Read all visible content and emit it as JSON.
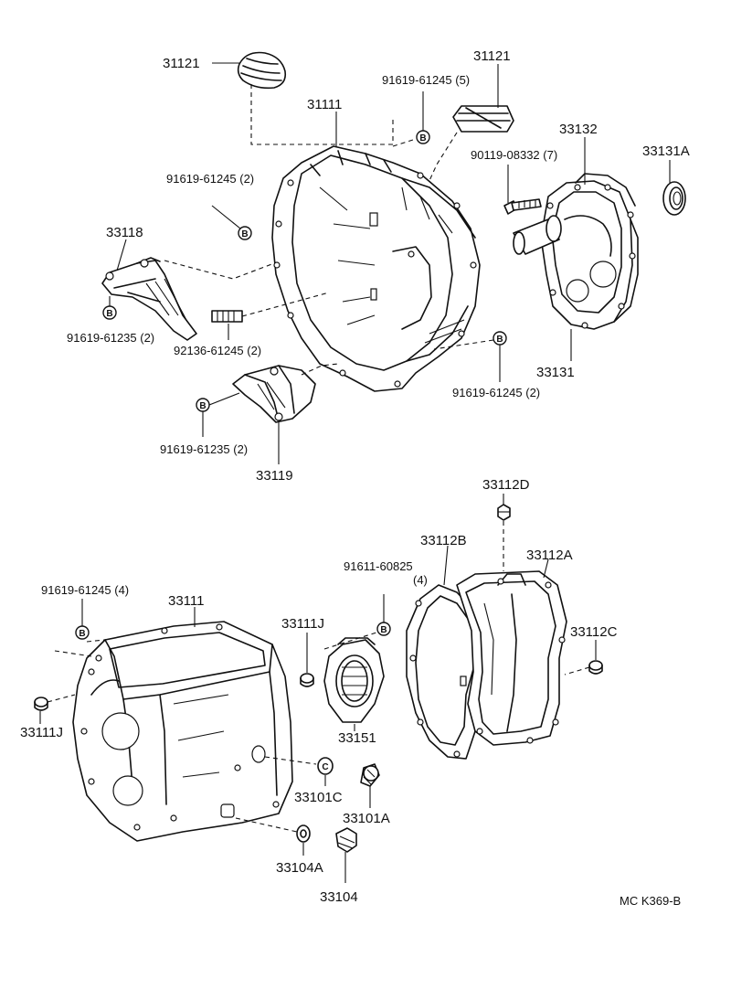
{
  "labels": {
    "p31121_left": "31121",
    "p31121_right": "31121",
    "p31111_top": "31111",
    "bolt_91619_61245_5": "91619-61245 (5)",
    "p33132": "33132",
    "p33131A": "33131A",
    "bolt_90119_08332_7": "90119-08332 (7)",
    "bolt_91619_61245_2_a": "91619-61245 (2)",
    "p33118": "33118",
    "bolt_91619_61235_2_a": "91619-61235 (2)",
    "stud_92136_61245_2": "92136-61245 (2)",
    "p33131": "33131",
    "bolt_91619_61245_2_b": "91619-61245 (2)",
    "bolt_91619_61235_2_b": "91619-61235 (2)",
    "p33119": "33119",
    "p33112D": "33112D",
    "p33112B": "33112B",
    "p33112A": "33112A",
    "bolt_91611_60825": "91611-60825",
    "bolt_91611_60825_qty": "(4)",
    "bolt_91619_61245_4": "91619-61245 (4)",
    "p31111_bottom": "33111",
    "p33111J_mid": "33111J",
    "p33112C": "33112C",
    "p33111J_left": "33111J",
    "p33151": "33151",
    "p33101C": "33101C",
    "p33101A": "33101A",
    "p33104A": "33104A",
    "p33104": "33104",
    "diagram_code": "MC K369-B"
  },
  "markers": {
    "b": "B",
    "c": "C"
  }
}
